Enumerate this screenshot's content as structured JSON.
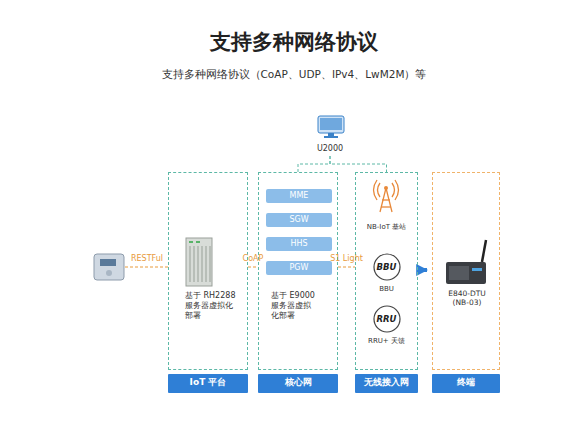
{
  "diagram": {
    "title": "支持多种网络协议",
    "nodes": [
      {
        "text": [
          "U2000"
        ]
      },
      {
        "text": [
          "基于 RH2288 服务器虚拟化部署"
        ]
      },
      {
        "text": [
          "基于 E9000 服务器虚拟化部署"
        ]
      },
      {
        "text": [
          "MME"
        ],
        "in": 2
      },
      {
        "text": [
          "SGW"
        ],
        "in": 2
      },
      {
        "text": [
          "HHS"
        ],
        "in": 2
      },
      {
        "text": [
          "PGW"
        ],
        "in": 2
      },
      {
        "text": [
          "NB-IoT 基站"
        ]
      },
      {
        "text": [
          "BBU",
          "BBU"
        ],
        "in": 7
      },
      {
        "text": [
          "RRU",
          "RRU+ 天馈"
        ],
        "in": 7
      },
      {
        "text": [
          "E840-DTU (NB-03)"
        ]
      },
      {
        "text": [
          "IoT 平台"
        ]
      },
      {
        "text": [
          "核心网"
        ]
      },
      {
        "text": [
          "无线接入网"
        ]
      },
      {
        "text": [
          "终端"
        ]
      }
    ],
    "edges": [
      {
        "from": 0,
        "to": 2,
        "arrow": "none"
      },
      {
        "from": 0,
        "to": 7,
        "arrow": "none"
      },
      {
        "from": 1,
        "to": 2,
        "label": "CoAP",
        "arrow": "none"
      },
      {
        "from": 2,
        "to": 7,
        "label": "S1 Light",
        "arrow": "none"
      },
      {
        "from": 7,
        "to": 10,
        "arrow": "to"
      }
    ],
    "labels": [
      "支持多种网络协议（CoAP、UDP、IPv4、LwM2M）等",
      "RESTFul"
    ]
  }
}
